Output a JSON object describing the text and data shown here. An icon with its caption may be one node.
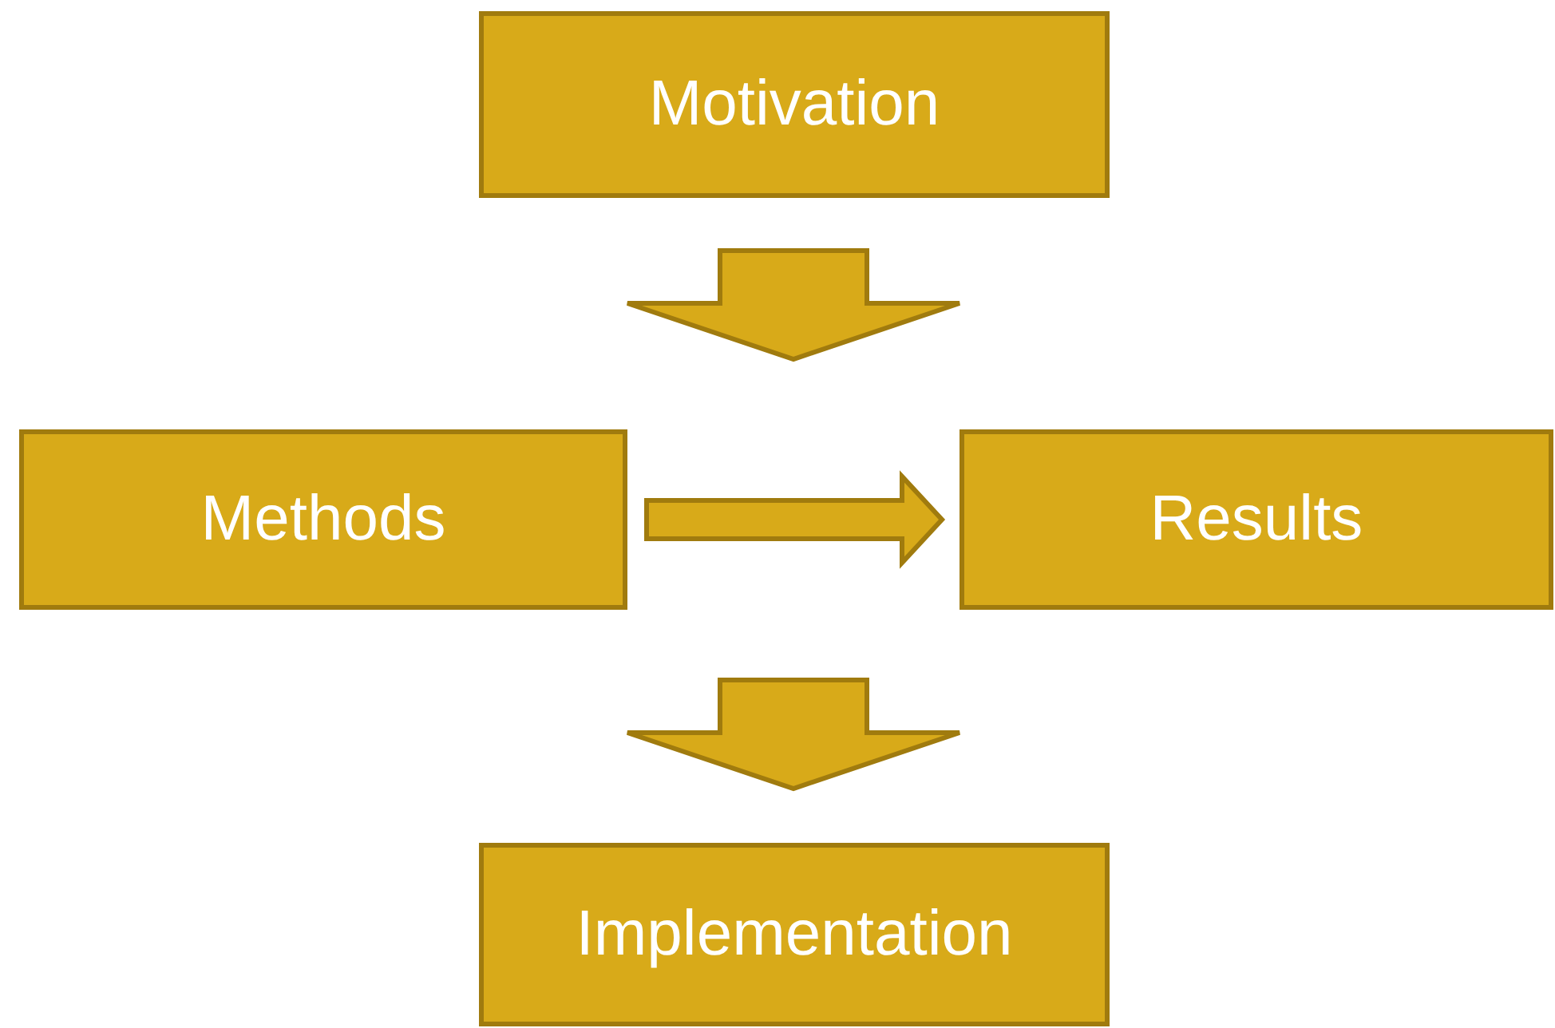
{
  "diagram": {
    "nodes": [
      {
        "text": [
          "Motivation"
        ]
      },
      {
        "text": [
          "Methods"
        ]
      },
      {
        "text": [
          "Results"
        ]
      },
      {
        "text": [
          "Implementation"
        ]
      }
    ],
    "edges": [
      {
        "from": 0,
        "to": 1,
        "arrow": "to"
      },
      {
        "from": 1,
        "to": 2,
        "arrow": "to"
      },
      {
        "from": 2,
        "to": 3,
        "arrow": "to"
      }
    ]
  }
}
